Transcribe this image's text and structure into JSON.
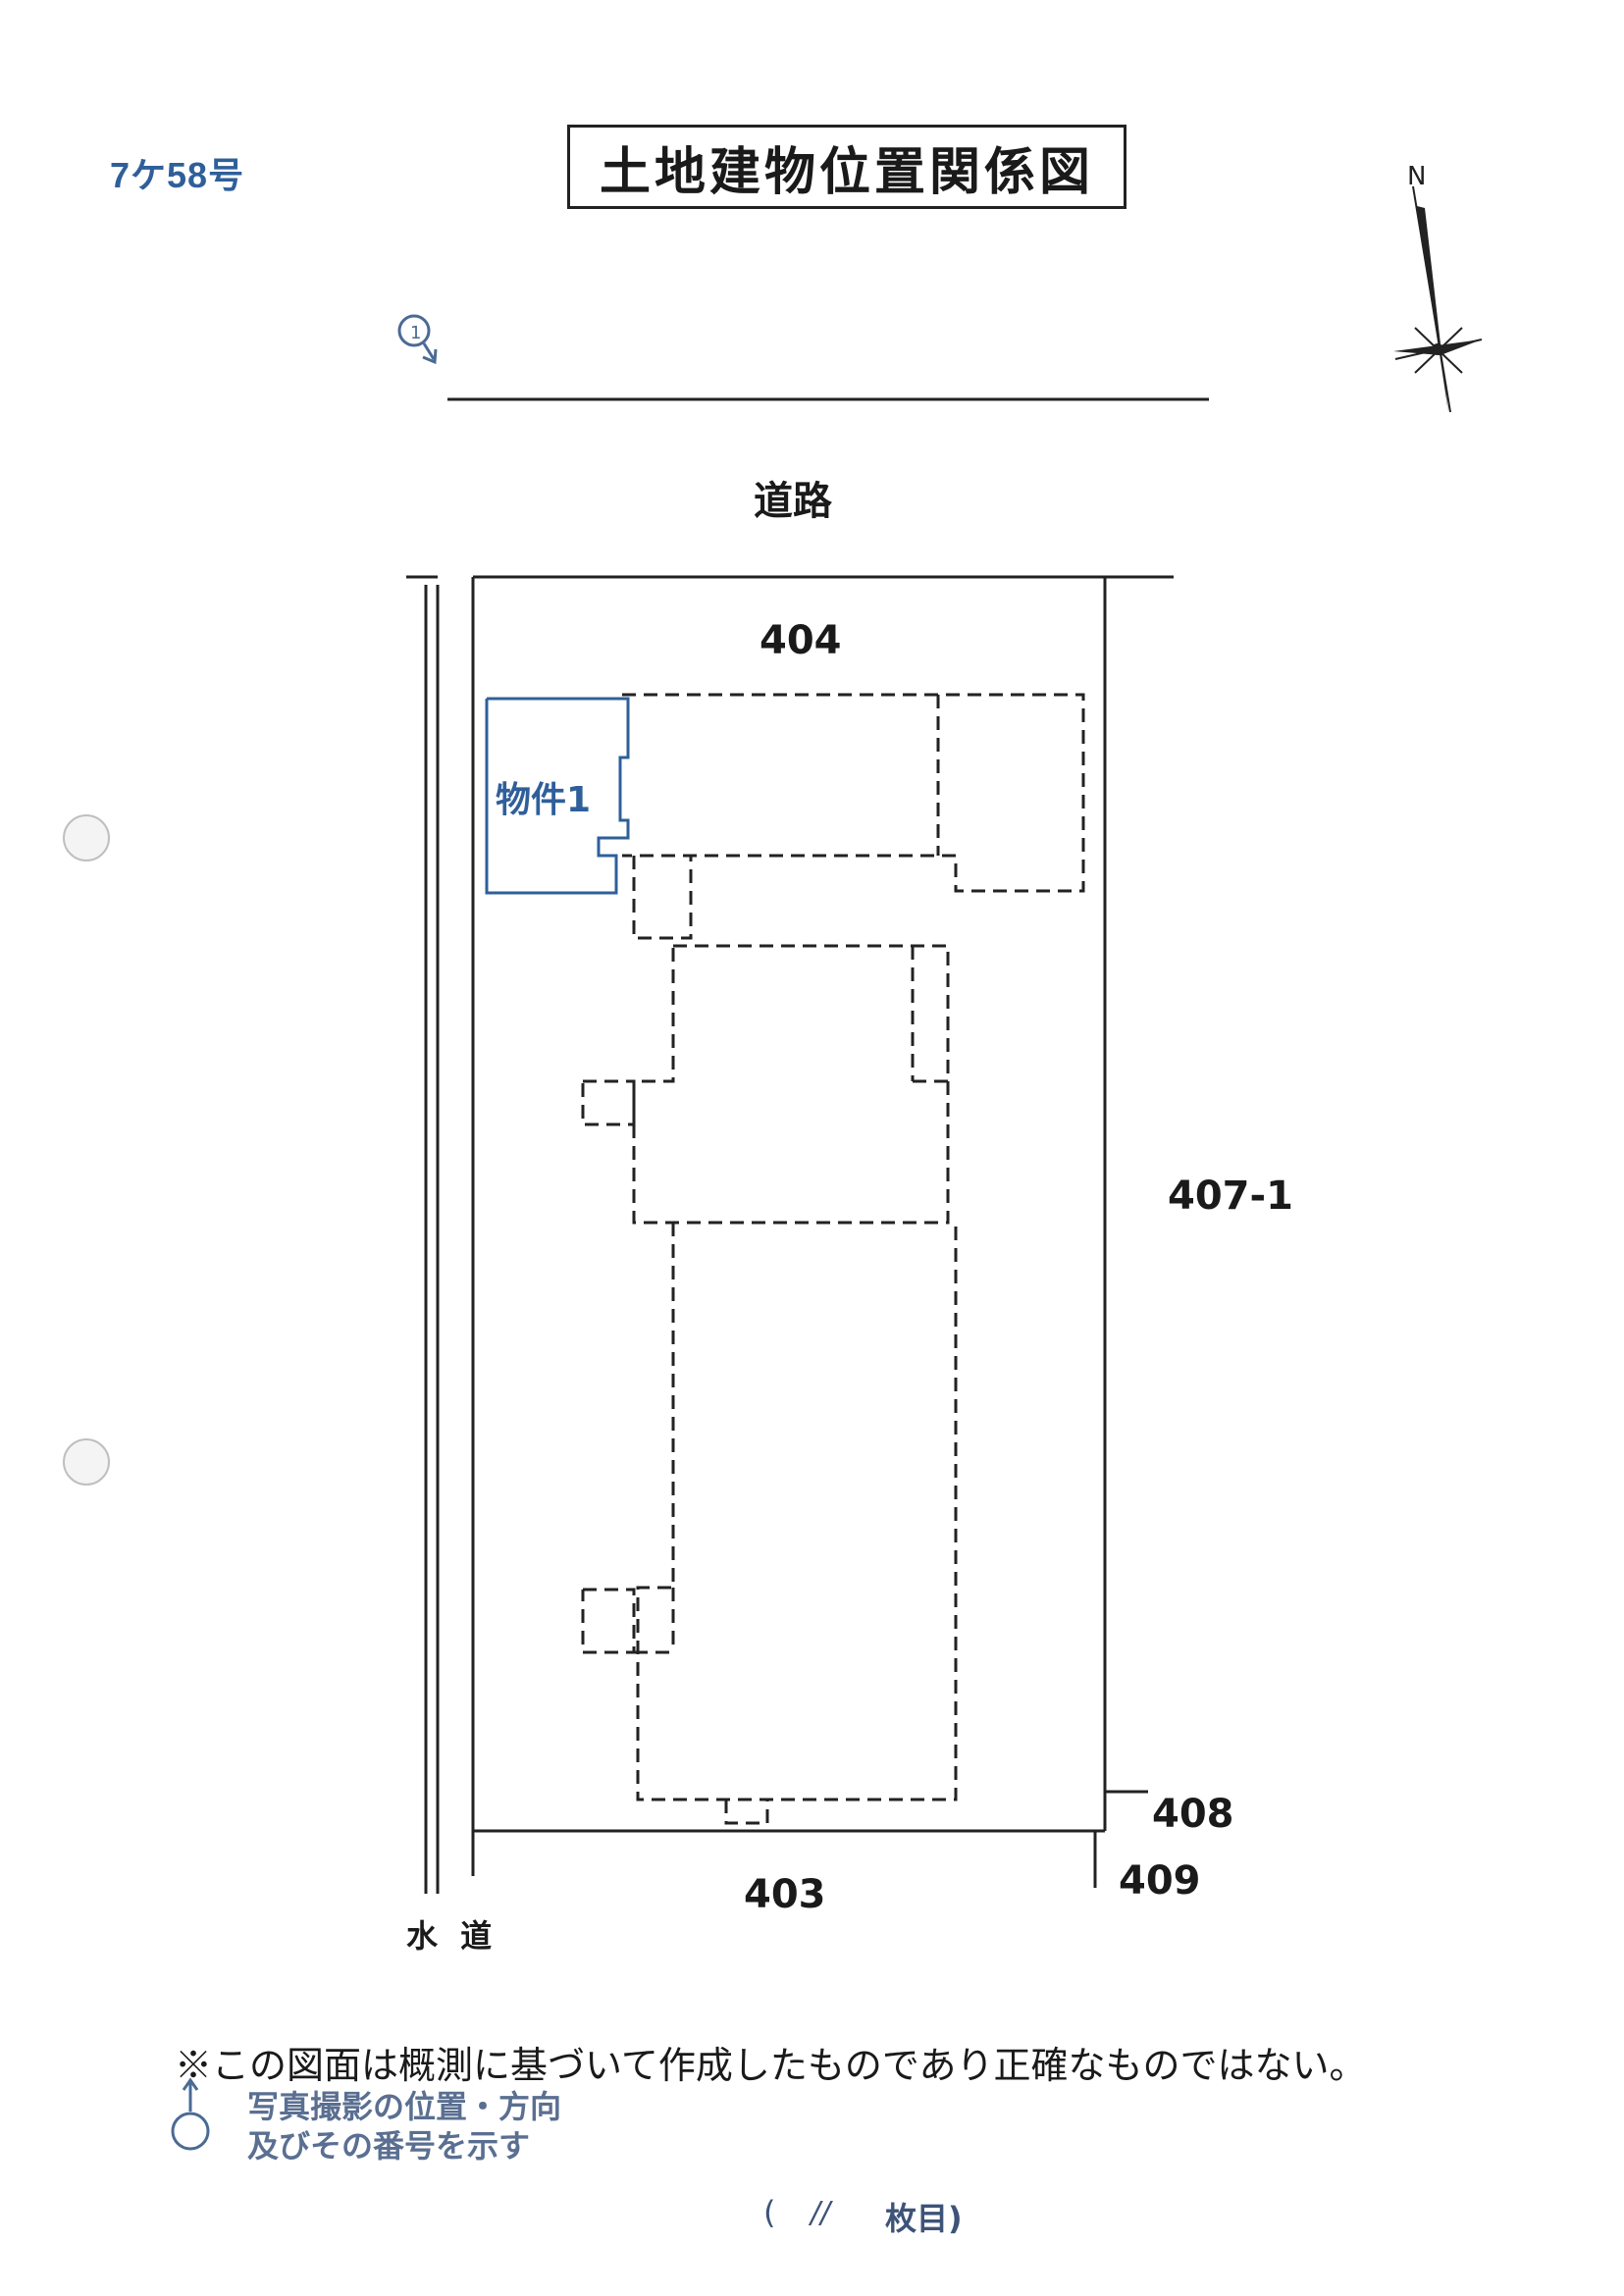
{
  "header": {
    "case_number": "7ケ58号",
    "title": "土地建物位置関係図"
  },
  "compass": {
    "north_label": "N"
  },
  "plan": {
    "road_label": "道路",
    "lots": {
      "north": "404",
      "east": "407-1",
      "southeast_upper": "408",
      "southeast_lower": "409",
      "south": "403"
    },
    "waterway_label": "水 道",
    "property_label": "物件1",
    "photo_marker_number": "1",
    "colors": {
      "property_outline": "#2f5f9a",
      "photo_marker": "#4a6a95",
      "line": "#1a1a1a"
    }
  },
  "footer": {
    "disclaimer": "※この図面は概測に基づいて作成したものであり正確なものではない。",
    "legend_line1": "写真撮影の位置・方向",
    "legend_line2": "及びその番号を示す",
    "page_open": "(",
    "page_number": "//",
    "page_unit": "枚目)"
  }
}
